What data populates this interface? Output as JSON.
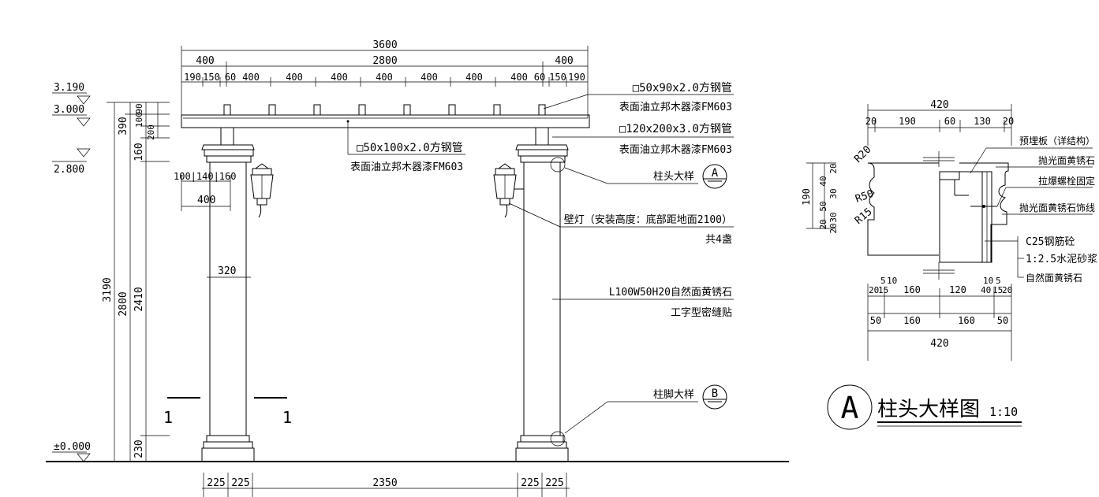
{
  "elevation": {
    "dims_top": {
      "overall": "3600",
      "middle": "2800",
      "left_end": "400",
      "right_end": "400",
      "seg_left": [
        "190",
        "150",
        "60",
        "400"
      ],
      "seg_mid": [
        "400",
        "400",
        "400",
        "400",
        "400"
      ],
      "seg_right": [
        "400",
        "60",
        "150",
        "190"
      ]
    },
    "levels": {
      "top": "3.190",
      "beam": "3.000",
      "mid": "2.800",
      "ground": "±0.000"
    },
    "dims_left": {
      "total": "3190",
      "to_beam": "2800",
      "shaft": "2410",
      "base": "230",
      "beam_zone": "390",
      "cap": "160",
      "stack": [
        "90",
        "100",
        "200"
      ]
    },
    "dims_column": {
      "top": "100|140|160",
      "cap_width": "400",
      "shaft_width": "320"
    },
    "dims_bottom": [
      "225",
      "225",
      "2350",
      "225",
      "225"
    ],
    "section_mark": "1",
    "labels": {
      "top_tube": "□50x90x2.0方钢管",
      "top_tube_finish": "表面油立邦木器漆FM603",
      "beam_tube": "□120x200x3.0方钢管",
      "beam_tube_finish": "表面油立邦木器漆FM603",
      "center_tube": "□50x100x2.0方钢管",
      "center_tube_finish": "表面油立邦木器漆FM603",
      "cap_detail": "柱头大样",
      "cap_detail_ref": "A",
      "lamp": "壁灯（安装高度：底部距地面2100）",
      "lamp_count": "共4盏",
      "stone": "L100W50H20自然面黄锈石",
      "stone_pattern": "工字型密缝贴",
      "foot_detail": "柱脚大样",
      "foot_detail_ref": "B"
    }
  },
  "detail": {
    "title": "柱头大样图",
    "ref": "A",
    "scale": "1:10",
    "dims_top": {
      "overall": "420",
      "segs": [
        "20",
        "190",
        "60",
        "130",
        "20"
      ]
    },
    "dims_left": {
      "height": "190",
      "stack": [
        "20",
        "20",
        "30",
        "50",
        "20",
        "30",
        "40",
        "20"
      ]
    },
    "radii": [
      "R20",
      "R50",
      "R15"
    ],
    "dims_bottom": {
      "row1": [
        "20",
        "15",
        "160",
        "120",
        "40",
        "15",
        "20"
      ],
      "row1_top": [
        "5",
        "10",
        "10",
        "5"
      ],
      "row2": [
        "50",
        "160",
        "160",
        "50"
      ],
      "overall": "420"
    },
    "labels": {
      "embed_plate": "预埋板（详结构）",
      "polished_stone": "抛光面黄锈石",
      "anchor_bolt": "拉爆螺栓固定",
      "polished_trim": "抛光面黄锈石饰线",
      "concrete": "C25钢筋砼",
      "mortar": "1:2.5水泥砂浆",
      "natural_stone": "自然面黄锈石"
    }
  }
}
